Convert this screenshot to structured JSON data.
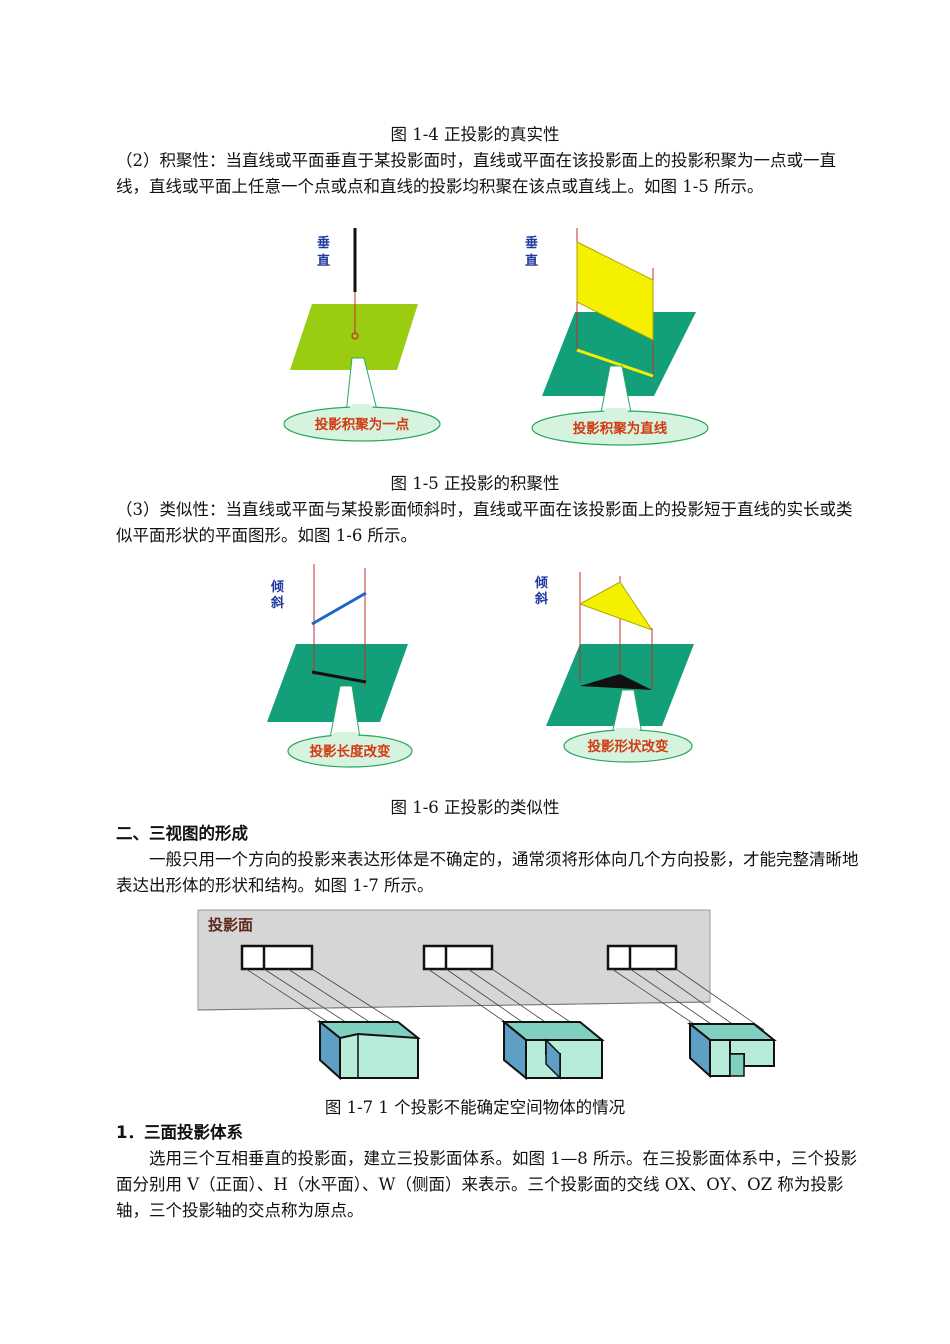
{
  "captions": {
    "fig14": "图 1-4 正投影的真实性",
    "fig15": "图 1-5 正投影的积聚性",
    "fig16": "图 1-6 正投影的类似性",
    "fig17": "图 1-7  1 个投影不能确定空间物体的情况"
  },
  "paragraphs": {
    "p2": "（2）积聚性：当直线或平面垂直于某投影面时，直线或平面在该投影面上的投影积聚为一点或一直线，直线或平面上任意一个点或点和直线的投影均积聚在该点或直线上。如图 1-5 所示。",
    "p3": "（3）类似性：当直线或平面与某投影面倾斜时，直线或平面在该投影面上的投影短于直线的实长或类似平面形状的平面图形。如图 1-6 所示。",
    "p_sanshi": "一般只用一个方向的投影来表达形体是不确定的，通常须将形体向几个方向投影，才能完整清晰地表达出形体的形状和结构。如图 1-7 所示。",
    "p_sanmian": "选用三个互相垂直的投影面，建立三投影面体系。如图 1—8 所示。在三投影面体系中，三个投影面分别用 V（正面）、H（水平面）、W（侧面）来表示。三个投影面的交线 OX、OY、OZ 称为投影轴，三个投影轴的交点称为原点。"
  },
  "headings": {
    "h_sanshi": "二、三视图的形成",
    "h_sanmian": "1．三面投影体系"
  },
  "fig15": {
    "left_label_1": "垂",
    "left_label_2": "直",
    "left_callout": "投影积聚为一点",
    "right_label_1": "垂",
    "right_label_2": "直",
    "right_callout": "投影积聚为直线"
  },
  "fig16": {
    "left_label_1": "倾",
    "left_label_2": "斜",
    "left_callout": "投影长度改变",
    "right_label_1": "倾",
    "right_label_2": "斜",
    "right_callout": "投影形状改变"
  },
  "fig17": {
    "panel_label": "投影面"
  },
  "colors": {
    "plane_green": "#139f79",
    "plane_lime": "#9acc12",
    "yellow": "#f4f000",
    "callout_fill": "#d6f3df",
    "callout_stroke": "#2aa85d",
    "proj_line": "#c03030",
    "block_front": "#b6ecd8",
    "block_top": "#7fd0c0",
    "block_side": "#5e9fc6",
    "panel_gray": "#d6d6d6"
  }
}
